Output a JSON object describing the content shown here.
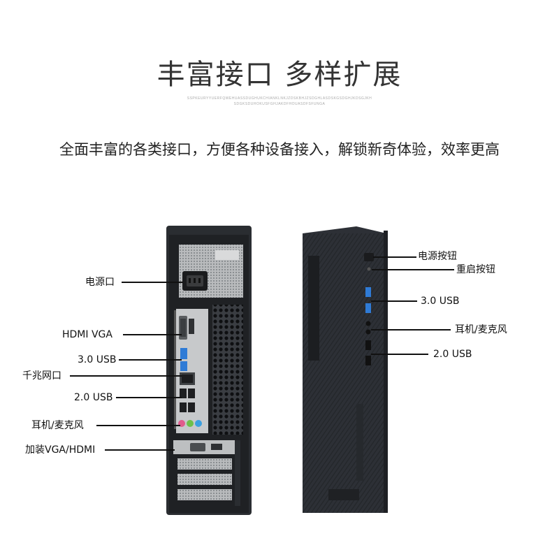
{
  "header": {
    "title": "丰富接口 多样扩展",
    "sub1": "SSPKEURYYUERFQWEHUASSDUGHUKCHIANKLNKJZDSKBHJZSDGHLASDSKGSDGHJKDSGJKH",
    "sub2": "SDGKSDUHOKUSFGHJAKDFHOUASDFSFUNGA",
    "tagline": "全面丰富的各类接口，方便各种设备接入，解锁新奇体验，效率更高"
  },
  "rear_labels": {
    "power_port": "电源口",
    "hdmi_vga": "HDMI  VGA",
    "usb30": "3.0 USB",
    "ethernet": "千兆网口",
    "usb20": "2.0 USB",
    "audio": "耳机/麦克风",
    "addon_vga_hdmi": "加装VGA/HDMI"
  },
  "front_labels": {
    "power_button": "电源按钮",
    "reset_button": "重启按钮",
    "usb30": "3.0 USB",
    "audio": "耳机/麦克风",
    "usb20": "2.0 USB"
  },
  "colors": {
    "case_dark": "#2a2d31",
    "usb3_blue": "#2f7bd6",
    "audio_pink": "#e05c8c",
    "audio_green": "#6cc04a",
    "audio_blue": "#3ba0e0"
  }
}
